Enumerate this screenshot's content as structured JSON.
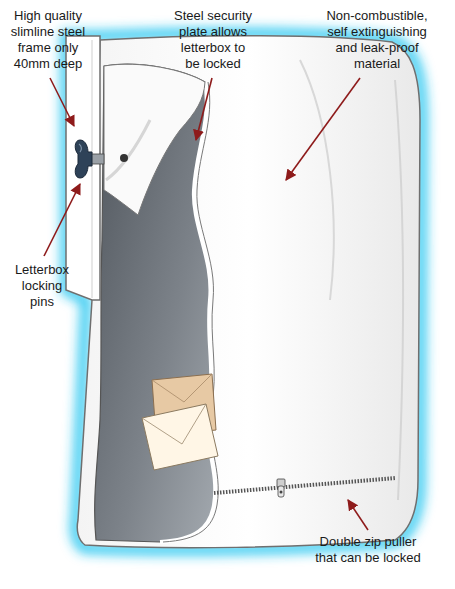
{
  "diagram": {
    "labels": [
      "High quality slimline steel frame only 40mm deep",
      "Steel security plate allows letterbox to be locked",
      "Non-combustible, self extinguishing and leak-proof material",
      "Letterbox locking pins",
      "Double zip puller that can be locked"
    ]
  }
}
